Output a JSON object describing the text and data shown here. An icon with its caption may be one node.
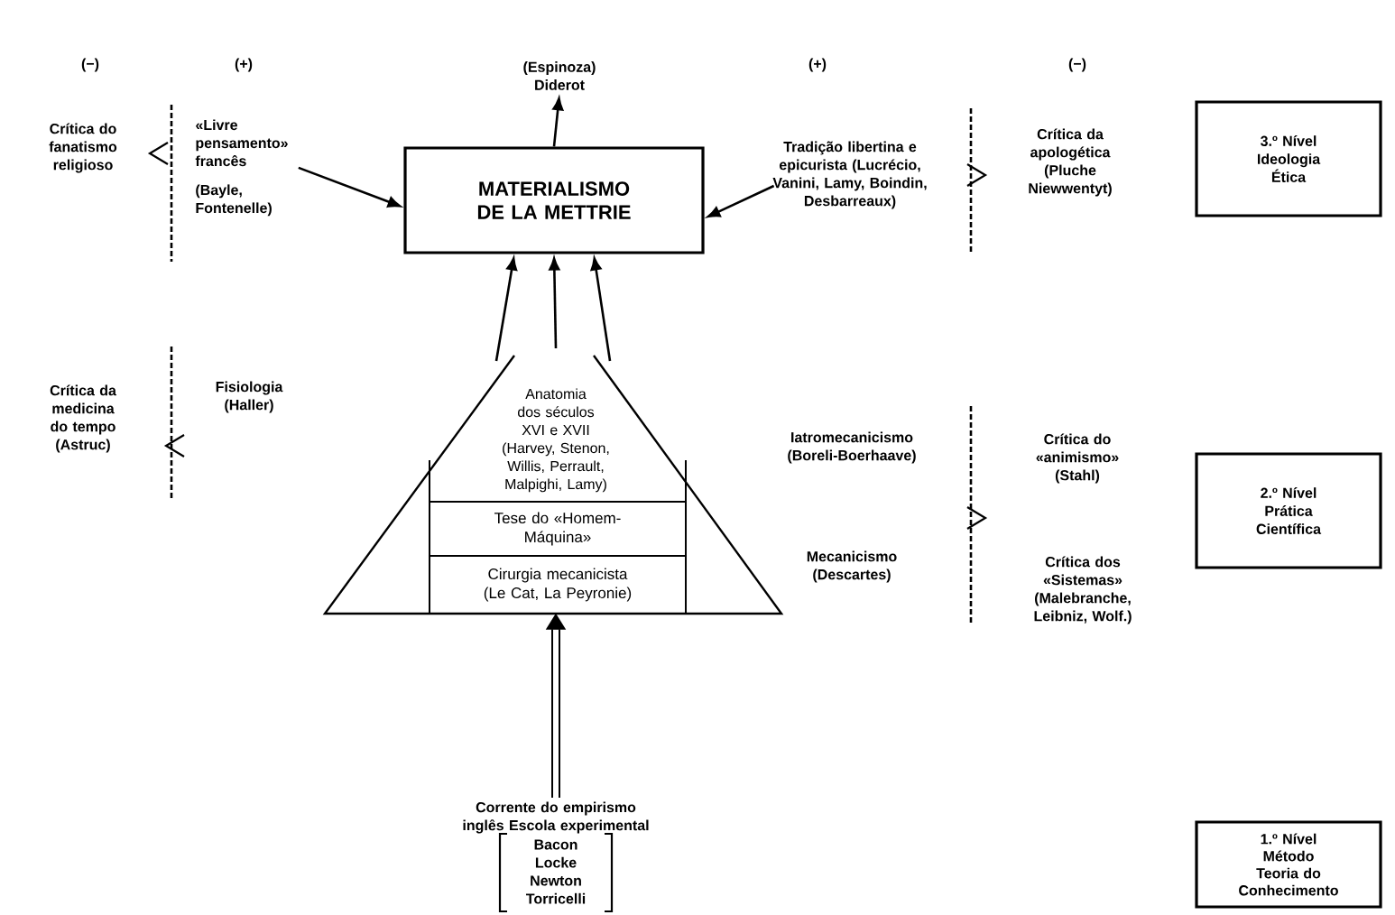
{
  "diagram": {
    "nodes": [
      {
        "text": [
          "(Espinoza) Diderot"
        ]
      },
      {
        "text": [
          "«Livre pensamento» francês",
          "(Bayle, Fontenelle)"
        ]
      },
      {
        "text": [
          "MATERIALISMO DE LA METTRIE"
        ]
      },
      {
        "text": [
          "Tradição libertina e epicurista (Lucrécio, Vanini, Lamy, Boindin, Desbarreaux)"
        ]
      },
      {
        "text": [
          "3.º Nível Ideologia Ética"
        ]
      },
      {
        "text": [
          "Anatomia dos séculos XVI e XVII (Harvey, Stenon, Willis, Perrault, Malpighi, Lamy)"
        ]
      },
      {
        "text": [
          "Tese do «Homem-Máquina»"
        ],
        "in": 5
      },
      {
        "text": [
          "Cirurgia mecanicista (Le Cat, La Peyronie)"
        ],
        "in": 5
      },
      {
        "text": [
          "2.º Nível Prática Científica"
        ]
      },
      {
        "text": [
          "Corrente do empirismo inglês Escola experimental"
        ]
      },
      {
        "text": [
          "1.º Nível Método Teoria do Conhecimento"
        ]
      }
    ],
    "edges": [
      {
        "from": 2,
        "to": 0,
        "arrow": "to"
      },
      {
        "from": 1,
        "to": 2,
        "arrow": "to"
      },
      {
        "from": 3,
        "to": 2,
        "arrow": "to"
      },
      {
        "from": 5,
        "to": 2,
        "arrow": "to"
      },
      {
        "from": 5,
        "to": 2,
        "arrow": "to"
      },
      {
        "from": 5,
        "to": 2,
        "arrow": "to"
      },
      {
        "from": 9,
        "to": 5,
        "arrow": "to",
        "style": "thick"
      }
    ],
    "labels": [
      "(−)",
      "(+)",
      "(+)",
      "(−)",
      "Crítica do fanatismo religioso",
      "Crítica da apologética (Pluche Niewwentyt)",
      "Crítica da medicina do tempo (Astruc)",
      "Fisiologia (Haller)",
      "Iatromecanicismo (Boreli-Boerhaave)",
      "Crítica do «animismo» (Stahl)",
      "Mecanicismo (Descartes)",
      "Crítica dos «Sistemas» (Malebranche, Leibniz, Wolf.)",
      "Bacon Locke Newton Torricelli"
    ]
  }
}
